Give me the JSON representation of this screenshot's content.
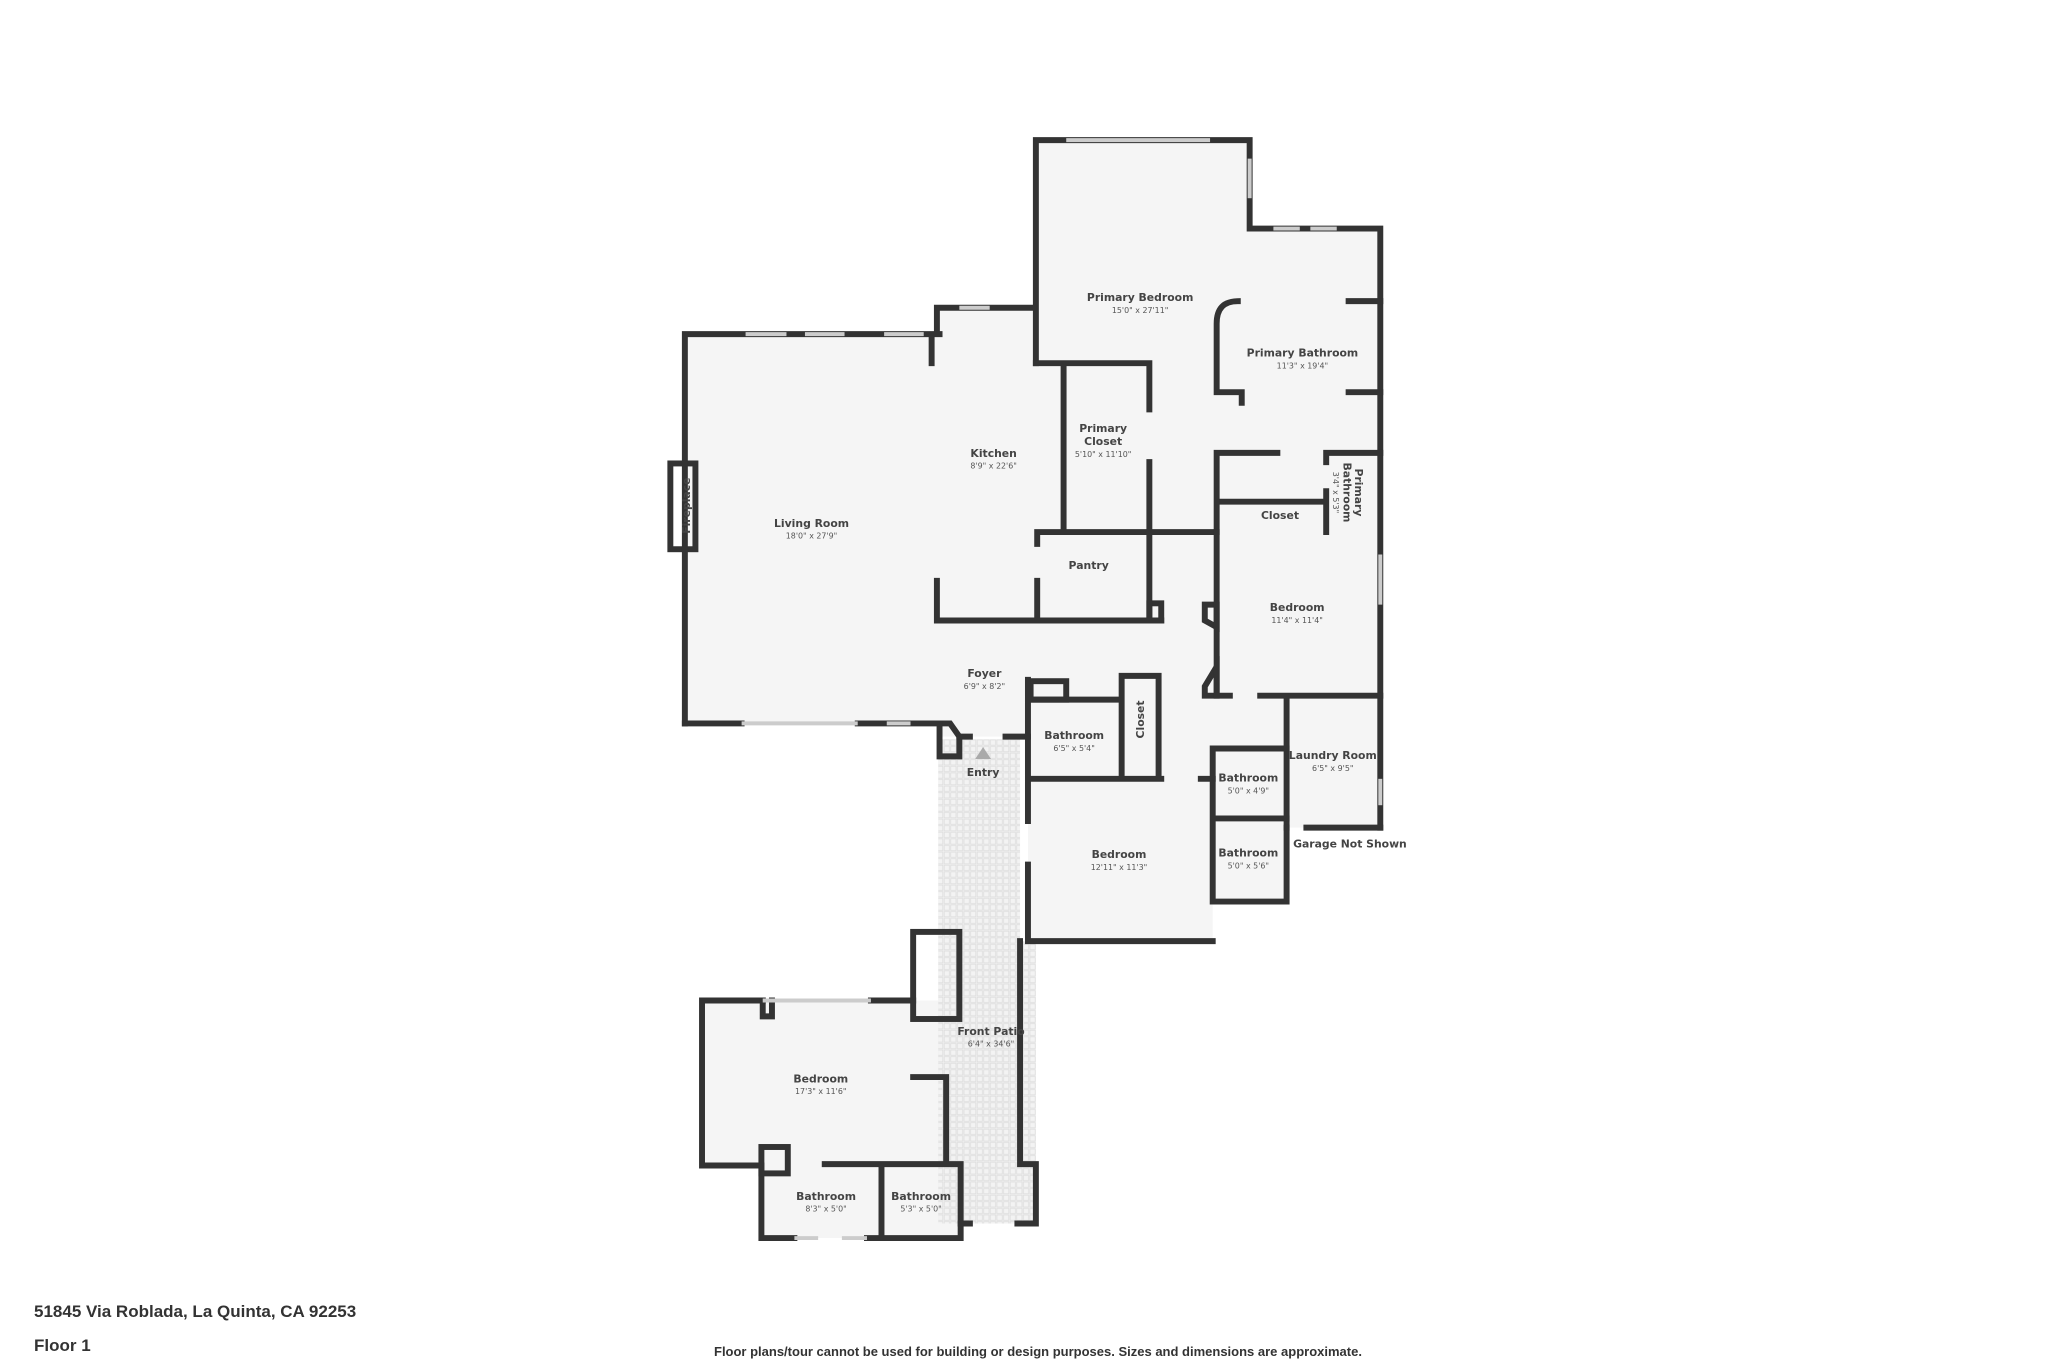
{
  "address": "51845 Via Roblada, La Quinta, CA 92253",
  "floor": "Floor 1",
  "disclaimer": "Floor plans/tour cannot be used for building or design purposes. Sizes and dimensions are approximate.",
  "colors": {
    "wall": "#333333",
    "floor": "#f5f5f5",
    "hatch": "#999999"
  },
  "rooms": [
    {
      "name": "Primary Bedroom",
      "dims": "15'0\" x 27'11\""
    },
    {
      "name": "Primary Bathroom",
      "dims": "11'3\" x 19'4\""
    },
    {
      "name": "Kitchen",
      "dims": "8'9\" x 22'6\""
    },
    {
      "name": "Primary Closet",
      "name2": "Closet",
      "name1": "Primary",
      "dims": "5'10\" x 11'10\""
    },
    {
      "name": "Living Room",
      "dims": "18'0\" x 27'9\""
    },
    {
      "name": "Pantry"
    },
    {
      "name": "Closet"
    },
    {
      "name": "Primary Bathroom",
      "name1": "Primary",
      "name2": "Bathroom",
      "dims": "3'4\" x 5'3\""
    },
    {
      "name": "Bedroom",
      "dims": "11'4\" x 11'4\""
    },
    {
      "name": "Foyer",
      "dims": "6'9\" x 8'2\""
    },
    {
      "name": "Bathroom",
      "dims": "6'5\" x 5'4\""
    },
    {
      "name": "Closet"
    },
    {
      "name": "Entry"
    },
    {
      "name": "Laundry Room",
      "dims": "6'5\" x 9'5\""
    },
    {
      "name": "Bathroom",
      "dims": "5'0\" x 4'9\""
    },
    {
      "name": "Bathroom",
      "dims": "5'0\" x 5'6\""
    },
    {
      "name": "Bedroom",
      "dims": "12'11\" x 11'3\""
    },
    {
      "name": "Front Patio",
      "dims": "6'4\" x 34'6\""
    },
    {
      "name": "Bedroom",
      "dims": "17'3\" x 11'6\""
    },
    {
      "name": "Bathroom",
      "dims": "8'3\" x 5'0\""
    },
    {
      "name": "Bathroom",
      "dims": "5'3\" x 5'0\""
    }
  ],
  "fireplace": "Fireplace",
  "garage_note": "Garage Not Shown"
}
